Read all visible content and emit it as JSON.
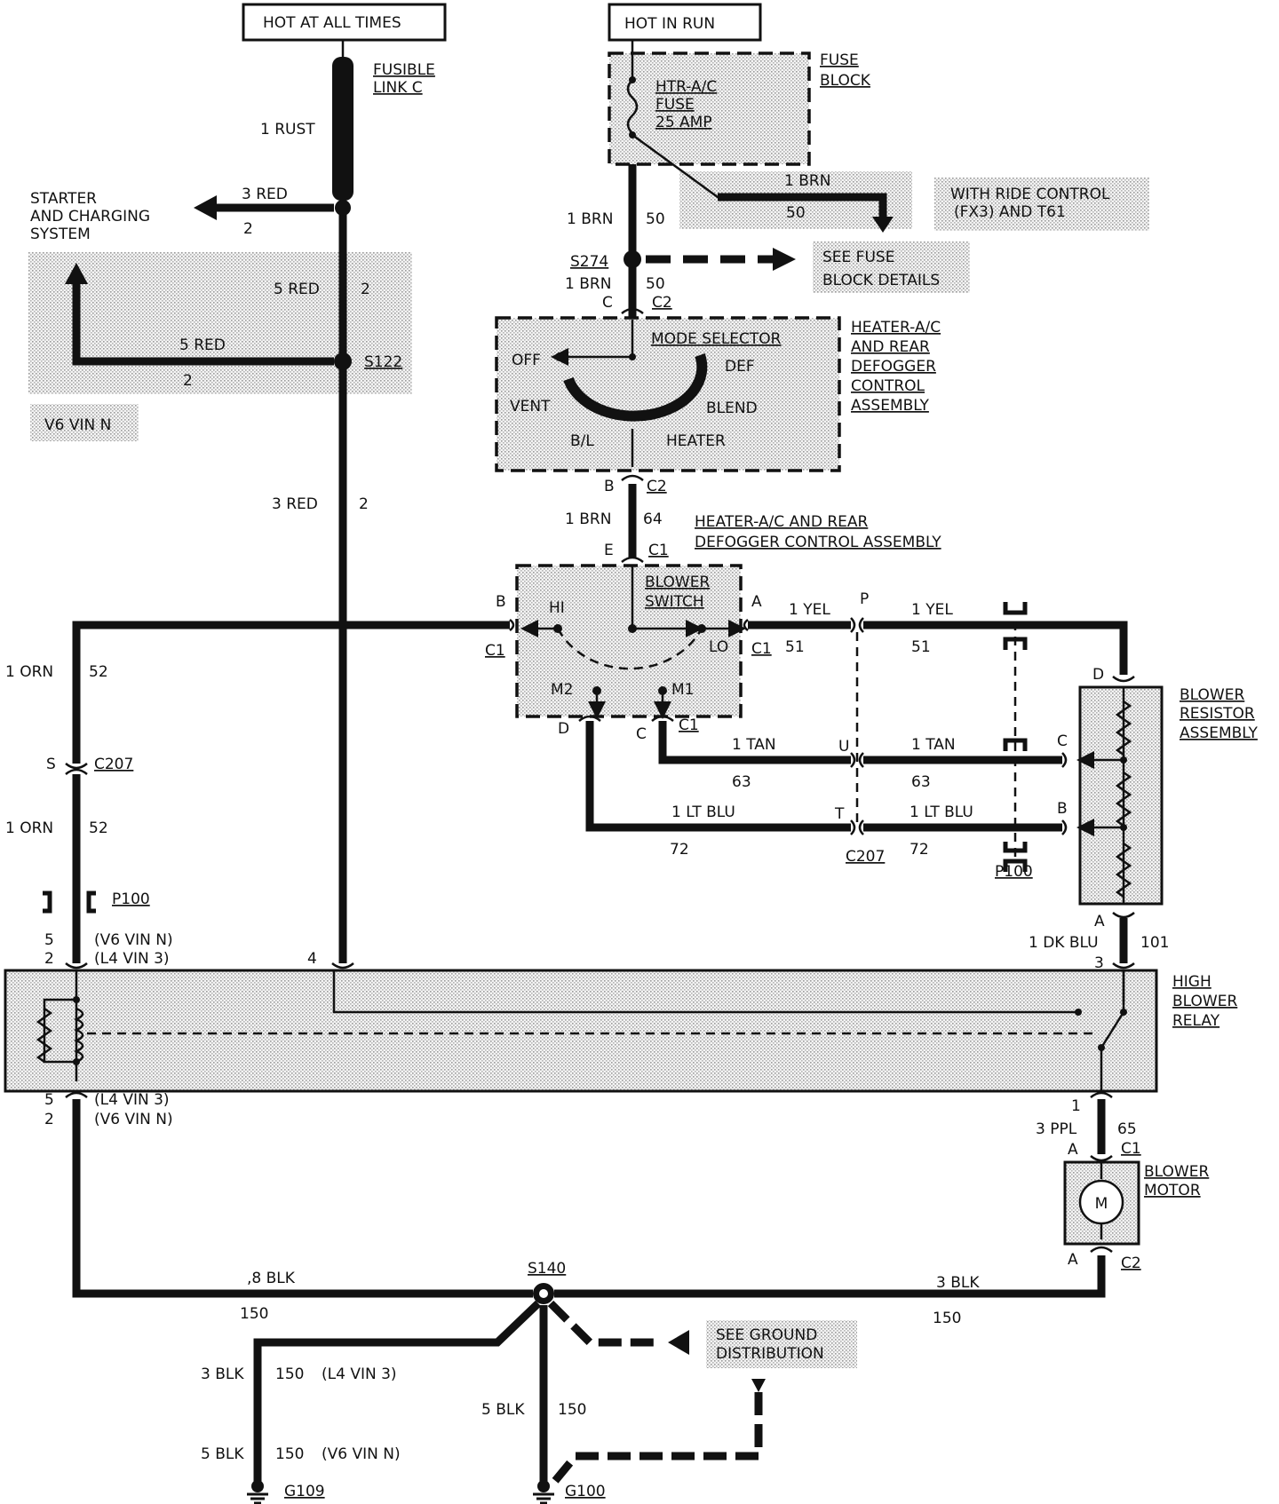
{
  "supply": {
    "hot_at_all_times": "HOT AT ALL TIMES",
    "hot_in_run": "HOT IN RUN",
    "fusible_link": [
      "FUSIBLE",
      "LINK C"
    ],
    "fuse_block": [
      "FUSE",
      "BLOCK"
    ],
    "fuse_label": [
      "HTR-A/C",
      "FUSE",
      "25 AMP"
    ]
  },
  "notes": {
    "starter_charging": [
      "STARTER",
      "AND CHARGING",
      "SYSTEM"
    ],
    "v6_vin_n": "V6 VIN N",
    "ride_control": [
      "WITH RIDE CONTROL",
      "(FX3) AND T61"
    ],
    "see_fuse_block": [
      "SEE FUSE",
      "BLOCK DETAILS"
    ],
    "see_ground": [
      "SEE GROUND",
      "DISTRIBUTION"
    ],
    "v6_paren": "(V6 VIN N)",
    "l4_paren": "(L4 VIN 3)"
  },
  "components": {
    "mode_selector": "MODE SELECTOR",
    "control_assembly": [
      "HEATER-A/C",
      "AND REAR",
      "DEFOGGER",
      "CONTROL",
      "ASSEMBLY"
    ],
    "control_assembly_2": [
      "HEATER-A/C AND REAR",
      "DEFOGGER CONTROL ASSEMBLY"
    ],
    "blower_switch": [
      "BLOWER",
      "SWITCH"
    ],
    "blower_resistor": [
      "BLOWER",
      "RESISTOR",
      "ASSEMBLY"
    ],
    "high_blower_relay": [
      "HIGH",
      "BLOWER",
      "RELAY"
    ],
    "blower_motor": [
      "BLOWER",
      "MOTOR"
    ],
    "motor_symbol": "M",
    "mode_positions": [
      "OFF",
      "DEF",
      "VENT",
      "BLEND",
      "B/L",
      "HEATER"
    ],
    "switch_positions": [
      "HI",
      "LO",
      "M2",
      "M1"
    ]
  },
  "wires": {
    "rust": "1 RUST",
    "red3": "3 RED",
    "red5": "5 RED",
    "brn1": "1 BRN",
    "yel1": "1 YEL",
    "tan1": "1 TAN",
    "ltblu1": "1 LT BLU",
    "orn1": "1 ORN",
    "dkblu1": "1 DK BLU",
    "ppl3": "3 PPL",
    "blk8": ",8 BLK",
    "blk3": "3 BLK",
    "blk5": "5 BLK",
    "c2": "2",
    "c50": "50",
    "c64": "64",
    "c51": "51",
    "c63": "63",
    "c72": "72",
    "c52": "52",
    "c101": "101",
    "c65": "65",
    "c150": "150"
  },
  "connectors": {
    "s274": "S274",
    "s122": "S122",
    "s140": "S140",
    "c1": "C1",
    "c2": "C2",
    "c207": "C207",
    "p100": "P100",
    "g109": "G109",
    "g100": "G100"
  },
  "pins": {
    "A": "A",
    "B": "B",
    "C": "C",
    "D": "D",
    "E": "E",
    "P": "P",
    "U": "U",
    "T": "T",
    "S": "S",
    "n1": "1",
    "n2": "2",
    "n3": "3",
    "n4": "4",
    "n5": "5"
  }
}
